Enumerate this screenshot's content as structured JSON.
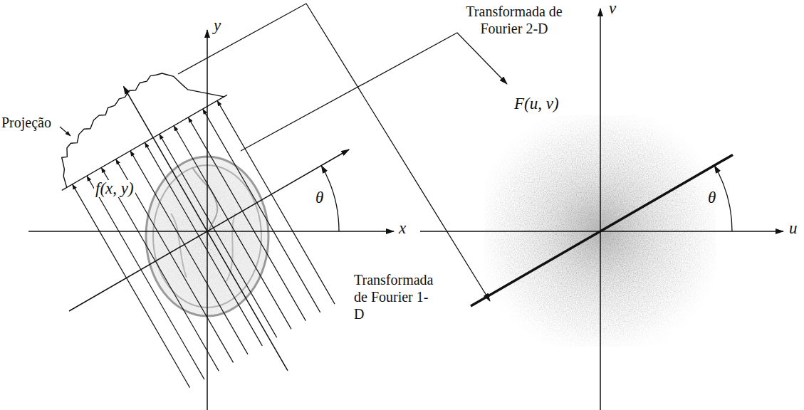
{
  "diagram": {
    "labels": [
      "y",
      "Transformada de Fourier 2-D",
      "v",
      "Projeção",
      "F(u, v)",
      "f(x, y)",
      "θ",
      "x",
      "θ",
      "u",
      "Transformada de Fourier 1-D"
    ]
  }
}
